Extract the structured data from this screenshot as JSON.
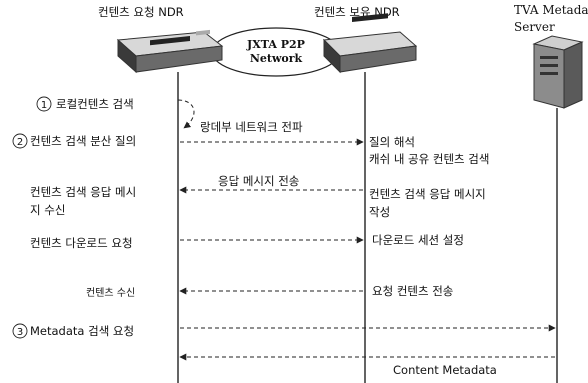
{
  "nodes": {
    "requester": "컨텐츠 요청 NDR",
    "holder": "컨텐츠 보유 NDR",
    "server_line1": "TVA Metadata",
    "server_line2": "Server",
    "network_line1": "JXTA P2P",
    "network_line2": "Network"
  },
  "steps": [
    {
      "num": "1",
      "text": "로컬컨텐츠 검색"
    },
    {
      "num": "2",
      "text": "컨텐츠 검색 분산 질의"
    },
    {
      "text_line1": "컨텐츠 검색 응답 메시",
      "text_line2": "지 수신"
    },
    {
      "text": "컨텐츠 다운로드 요청"
    },
    {
      "text": "컨텐츠 수신"
    },
    {
      "num": "3",
      "text": "Metadata 검색 요청"
    }
  ],
  "messages": {
    "propagation": "랑데부 네트워크 전파",
    "response": "응답 메시지 전송",
    "content_metadata": "Content Metadata"
  },
  "holder_notes": {
    "query_line1": "질의 해석",
    "query_line2": "캐쉬 내 공유 컨텐츠 검색",
    "response_line1": "컨텐츠 검색 응답 메시지",
    "response_line2": "작성",
    "session": "다운로드 세션 설정",
    "transfer": "요청 컨텐츠 전송"
  }
}
